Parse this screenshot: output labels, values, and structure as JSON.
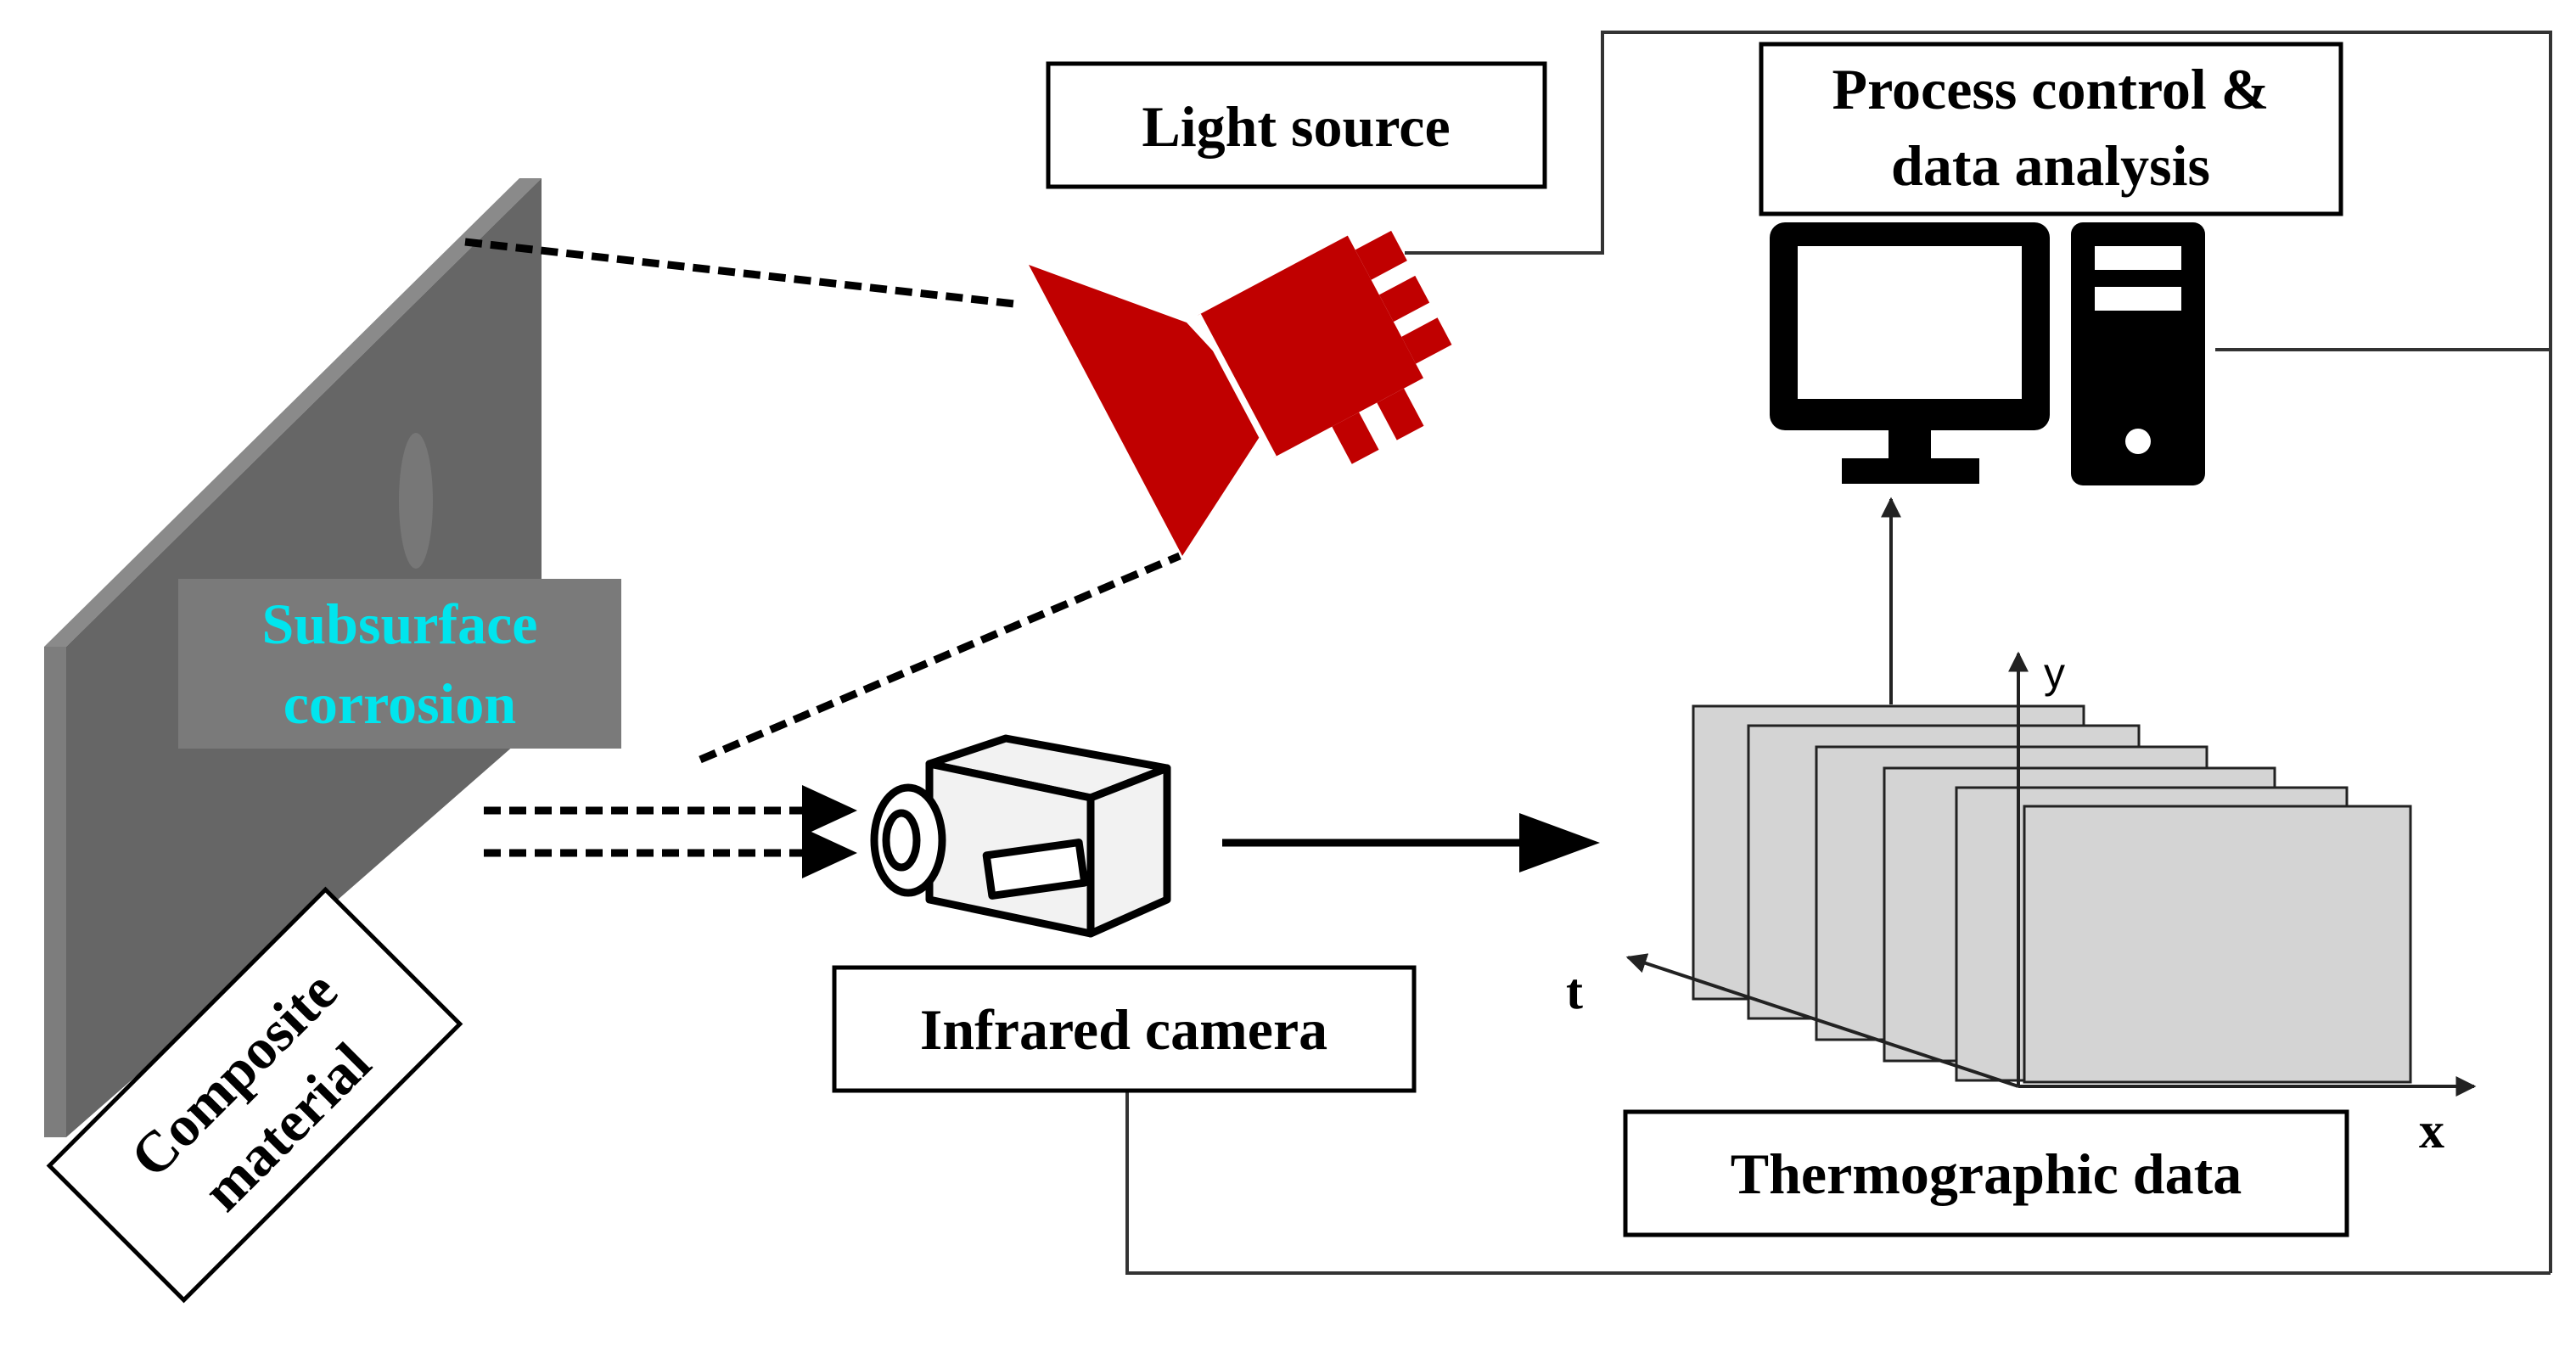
{
  "labels": {
    "light_source": "Light source",
    "process_control_line1": "Process control &",
    "process_control_line2": "data analysis",
    "subsurface_line1": "Subsurface",
    "subsurface_line2": "corrosion",
    "infrared_camera": "Infrared camera",
    "thermographic_data": "Thermographic data",
    "composite_line1": "Composite",
    "composite_line2": "material",
    "axis_t": "t",
    "axis_x": "x",
    "axis_y": "y"
  },
  "icons": {
    "light_source": "lamp-icon",
    "computer": "computer-icon",
    "camera": "infrared-camera-icon"
  },
  "colors": {
    "light_source": "#c00000",
    "subsurface_text": "#00e5ee",
    "panel": "#666666",
    "panel_edge": "#888888",
    "frame_fill": "#d4d4d4",
    "subsurface_box": "#7a7a7a"
  }
}
